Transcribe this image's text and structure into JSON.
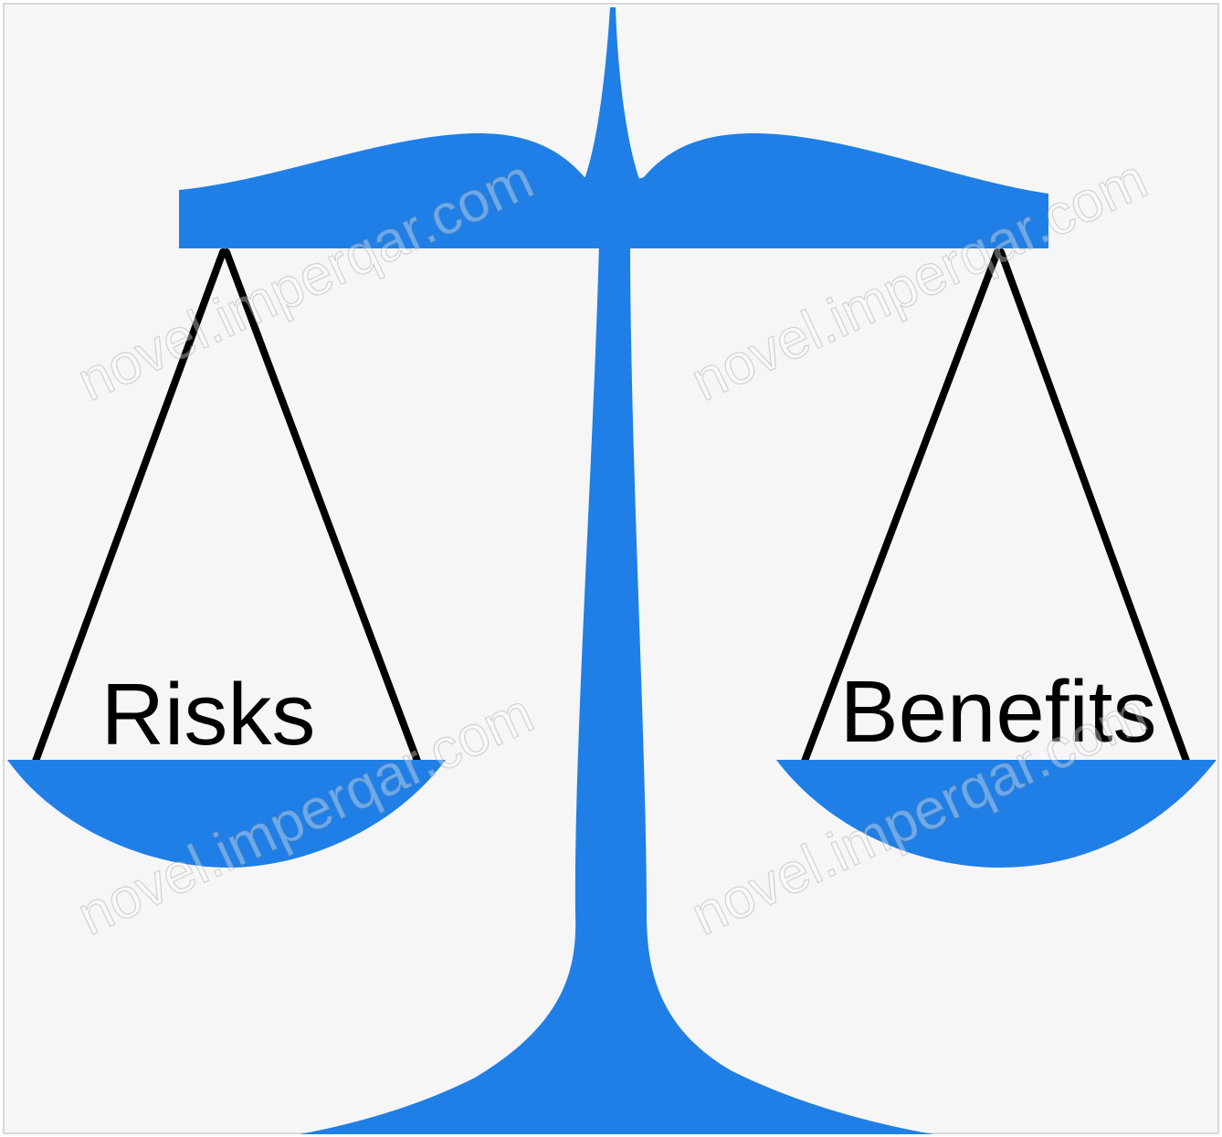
{
  "labels": {
    "left_pan": "Risks",
    "right_pan": "Benefits"
  },
  "watermark": {
    "text": "novel.imperqar.com"
  },
  "colors": {
    "background": "#F6F6F6",
    "scale_fill": "#1F7FE6",
    "chain": "#000000",
    "label_text": "#000000"
  }
}
